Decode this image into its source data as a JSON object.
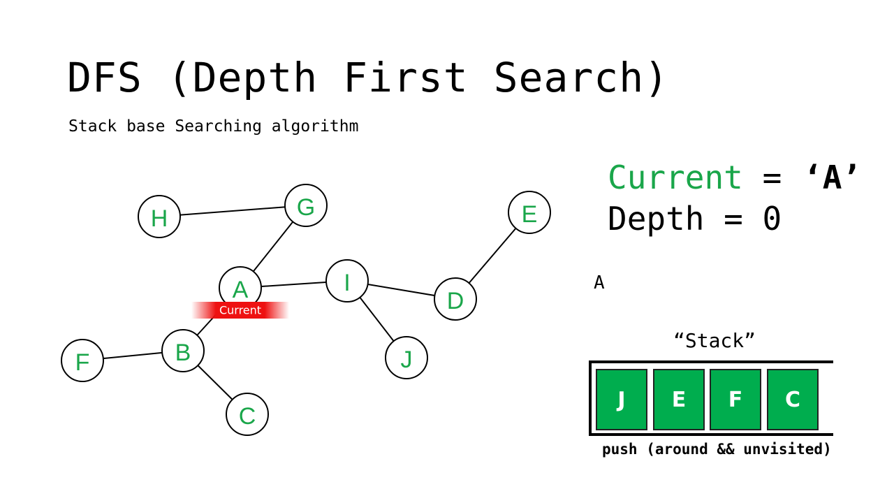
{
  "slide": {
    "title": "DFS (Depth First Search)",
    "subtitle": "Stack base Searching algorithm"
  },
  "graph": {
    "nodes": [
      "H",
      "G",
      "E",
      "A",
      "I",
      "D",
      "F",
      "B",
      "J",
      "C"
    ],
    "edges": [
      [
        "H",
        "G"
      ],
      [
        "G",
        "A"
      ],
      [
        "A",
        "I"
      ],
      [
        "I",
        "D"
      ],
      [
        "D",
        "E"
      ],
      [
        "I",
        "J"
      ],
      [
        "A",
        "B"
      ],
      [
        "B",
        "F"
      ],
      [
        "B",
        "C"
      ]
    ],
    "current_node": "A",
    "current_tag": "Current",
    "colors": {
      "label": "#1aa64a",
      "tag": "#ee1111"
    }
  },
  "status": {
    "current_key": "Current",
    "current_eq": " = ",
    "current_value": "‘A’",
    "depth_text": "Depth = 0"
  },
  "visited": "A",
  "stack": {
    "label": "“Stack”",
    "items": [
      "J",
      "E",
      "F",
      "C"
    ],
    "caption": "push (around && unvisited)",
    "item_color": "#00ad4e"
  }
}
